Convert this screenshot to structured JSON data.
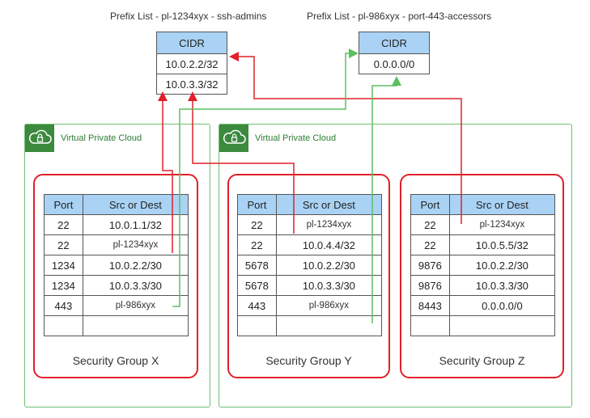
{
  "prefix_lists": [
    {
      "title": "Prefix List - pl-1234xyx  - ssh-admins",
      "header": "CIDR",
      "rows": [
        "10.0.2.2/32",
        "10.0.3.3/32"
      ]
    },
    {
      "title": "Prefix List - pl-986xyx  - port-443-accessors",
      "header": "CIDR",
      "rows": [
        "0.0.0.0/0"
      ]
    }
  ],
  "vpcs": [
    {
      "label": "Virtual Private Cloud"
    },
    {
      "label": "Virtual Private Cloud"
    }
  ],
  "security_groups": [
    {
      "name": "Security Group X",
      "headers": [
        "Port",
        "Src or Dest"
      ],
      "rows": [
        [
          "22",
          "10.0.1.1/32"
        ],
        [
          "22",
          "pl-1234xyx"
        ],
        [
          "1234",
          "10.0.2.2/30"
        ],
        [
          "1234",
          "10.0.3.3/30"
        ],
        [
          "443",
          "pl-986xyx"
        ],
        [
          "",
          ""
        ]
      ]
    },
    {
      "name": "Security Group Y",
      "headers": [
        "Port",
        "Src or Dest"
      ],
      "rows": [
        [
          "22",
          "pl-1234xyx"
        ],
        [
          "22",
          "10.0.4.4/32"
        ],
        [
          "5678",
          "10.0.2.2/30"
        ],
        [
          "5678",
          "10.0.3.3/30"
        ],
        [
          "443",
          "pl-986xyx"
        ],
        [
          "",
          ""
        ]
      ]
    },
    {
      "name": "Security Group Z",
      "headers": [
        "Port",
        "Src or Dest"
      ],
      "rows": [
        [
          "22",
          "pl-1234xyx"
        ],
        [
          "22",
          "10.0.5.5/32"
        ],
        [
          "9876",
          "10.0.2.2/30"
        ],
        [
          "9876",
          "10.0.3.3/30"
        ],
        [
          "8443",
          "0.0.0.0/0"
        ],
        [
          "",
          ""
        ]
      ]
    }
  ],
  "colors": {
    "header_fill": "#a9d2f5",
    "security_group_border": "#e0202a",
    "vpc_border": "#6fbf73",
    "ssh_admins_connector": "#e0202a",
    "port_443_connector": "#5cbf60"
  }
}
